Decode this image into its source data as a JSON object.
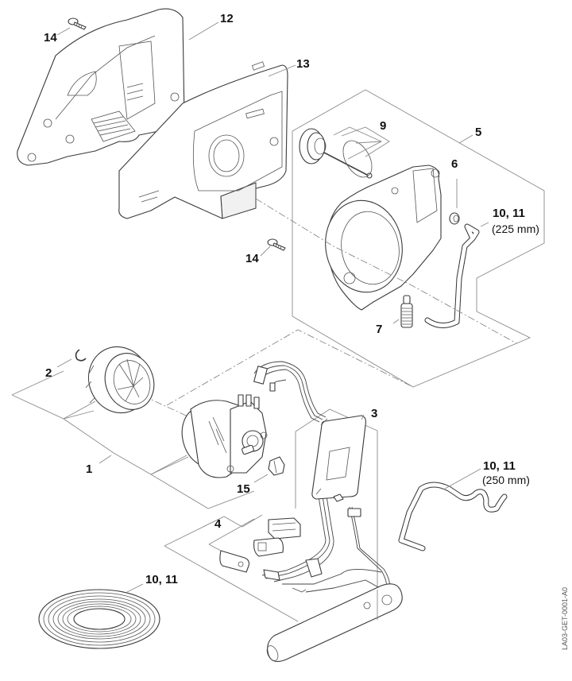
{
  "diagram": {
    "title": "Exploded parts view",
    "reference_code": "LA03-GET-0001-A0",
    "callouts": [
      {
        "id": "14a",
        "label": "14",
        "part": "screw-top"
      },
      {
        "id": "12",
        "label": "12",
        "part": "outer-housing-cover"
      },
      {
        "id": "13",
        "label": "13",
        "part": "inner-housing-cover"
      },
      {
        "id": "9",
        "label": "9",
        "part": "fan-hub-and-oring"
      },
      {
        "id": "5",
        "label": "5",
        "part": "fan-housing-assembly"
      },
      {
        "id": "6",
        "label": "6",
        "part": "grommet"
      },
      {
        "id": "10_11a",
        "label": "10, 11",
        "sub": "(225 mm)",
        "part": "hose-225mm"
      },
      {
        "id": "14b",
        "label": "14",
        "part": "screw-middle"
      },
      {
        "id": "7",
        "label": "7",
        "part": "filter-valve"
      },
      {
        "id": "2",
        "label": "2",
        "part": "e-clip"
      },
      {
        "id": "1",
        "label": "1",
        "part": "generator-assembly"
      },
      {
        "id": "3",
        "label": "3",
        "part": "control-module"
      },
      {
        "id": "15",
        "label": "15",
        "part": "coupling"
      },
      {
        "id": "10_11b",
        "label": "10, 11",
        "sub": "(250 mm)",
        "part": "hose-250mm"
      },
      {
        "id": "4",
        "label": "4",
        "part": "connector-set"
      },
      {
        "id": "10_11c",
        "label": "10, 11",
        "part": "hose-coil"
      }
    ]
  }
}
